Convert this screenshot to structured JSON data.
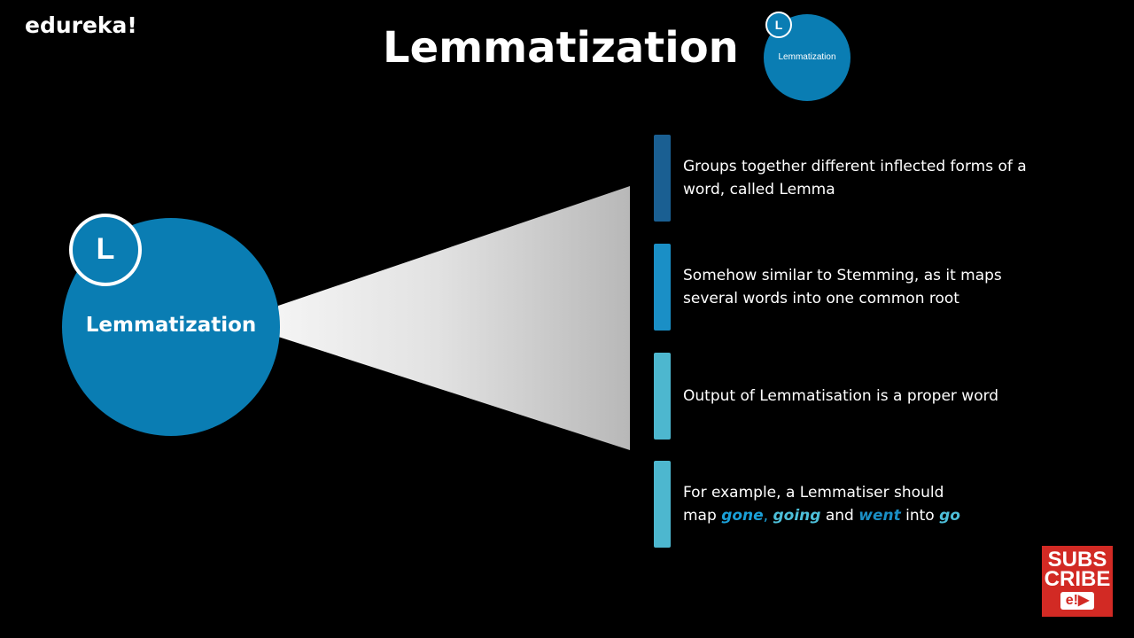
{
  "brand": {
    "logo": "edureka!"
  },
  "header": {
    "title": "Lemmatization",
    "mini_badge_letter": "L",
    "mini_label": "Lemmatization"
  },
  "diagram": {
    "badge_letter": "L",
    "circle_label": "Lemmatization",
    "items": [
      {
        "color": "#1a5f92",
        "text": "Groups together different inflected forms of a word, called Lemma"
      },
      {
        "color": "#1a8fc6",
        "text": "Somehow similar to Stemming, as it maps several words into one common root"
      },
      {
        "color": "#4db7cf",
        "text": "Output of Lemmatisation is a proper word"
      },
      {
        "color": "#4db7cf",
        "line1": "For example, a Lemmatiser should",
        "line2": {
          "pre": "map ",
          "w1": "gone",
          "comma": ",",
          "sp": " ",
          "w2": "going",
          "and": " and ",
          "w3": "went",
          "into": " into ",
          "w4": "go"
        }
      }
    ]
  },
  "subscribe": {
    "line1": "SUBS",
    "line2": "CRIBE",
    "mark": "e!▶"
  },
  "colors": {
    "circle": "#0a7db3",
    "highlight_gone": "#1aa0d8",
    "highlight_going": "#4dbfd9",
    "highlight_went": "#1a8fc6",
    "highlight_go": "#4dbfd9",
    "subscribe_bg": "#d22a24"
  }
}
